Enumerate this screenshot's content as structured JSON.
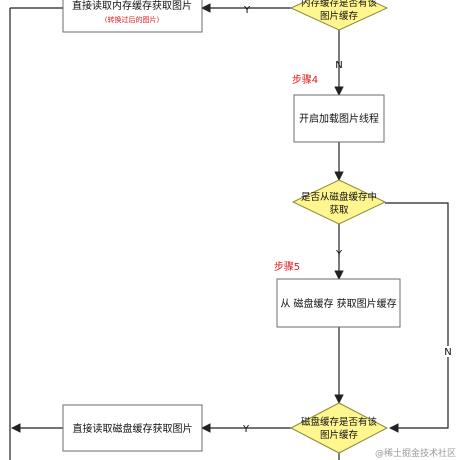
{
  "flowchart": {
    "top_box": {
      "line1": "直接读取内存缓存获取图片",
      "line2": "(转换过后的图片)"
    },
    "memory_decision": {
      "line1": "内存缓存是否有该",
      "line2": "图片缓存"
    },
    "labels": {
      "y_top": "Y",
      "n_top": "N",
      "y_mid": "Y",
      "n_right": "N",
      "y_bottom": "Y"
    },
    "step4": "步骤4",
    "thread_box": "开启加载图片线程",
    "disk_decision": {
      "line1": "是否从磁盘缓存中",
      "line2": "获取"
    },
    "step5": "步骤5",
    "disk_read_box": "从 磁盘缓存 获取图片缓存",
    "bottom_decision": {
      "line1": "磁盘缓存是否有该",
      "line2": "图片缓存"
    },
    "bottom_box": "直接读取磁盘缓存获取图片",
    "watermark": "@稀土掘金技术社区"
  },
  "colors": {
    "decision_fill": "#fff68f",
    "decision_stroke": "#8a8a3a",
    "box_stroke": "#6b6b6b",
    "line": "#222222",
    "step_label": "#e21b1b"
  }
}
